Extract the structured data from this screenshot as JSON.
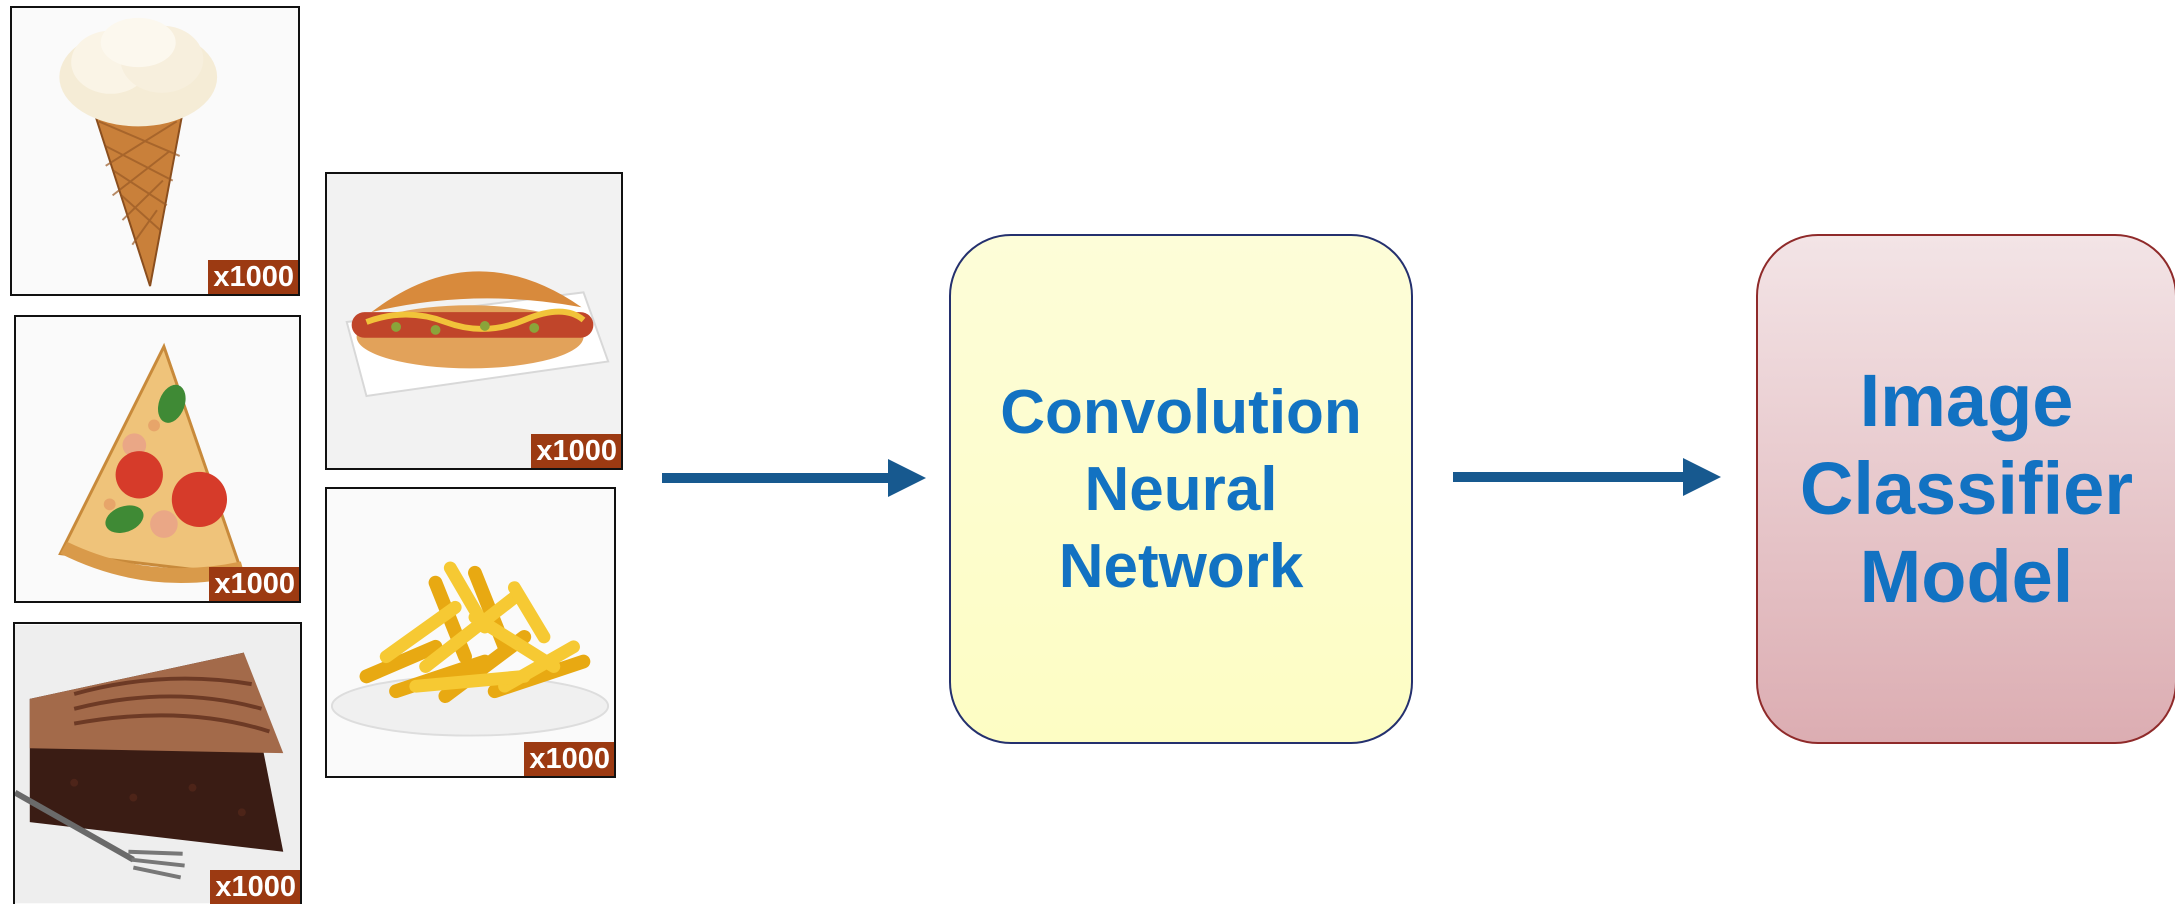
{
  "inputs": [
    {
      "icon": "ice-cream-icon",
      "count": "x1000"
    },
    {
      "icon": "pizza-icon",
      "count": "x1000"
    },
    {
      "icon": "cake-icon",
      "count": "x1000"
    },
    {
      "icon": "hotdog-icon",
      "count": "x1000"
    },
    {
      "icon": "fries-icon",
      "count": "x1000"
    }
  ],
  "cnn": {
    "lines": [
      "Convolution",
      "Neural",
      "Network"
    ]
  },
  "classifier": {
    "lines": [
      "Image",
      "Classifier",
      "Model"
    ]
  },
  "colors": {
    "arrow": "#17598f",
    "text": "#1272c2",
    "badge": "#9c3a12"
  }
}
